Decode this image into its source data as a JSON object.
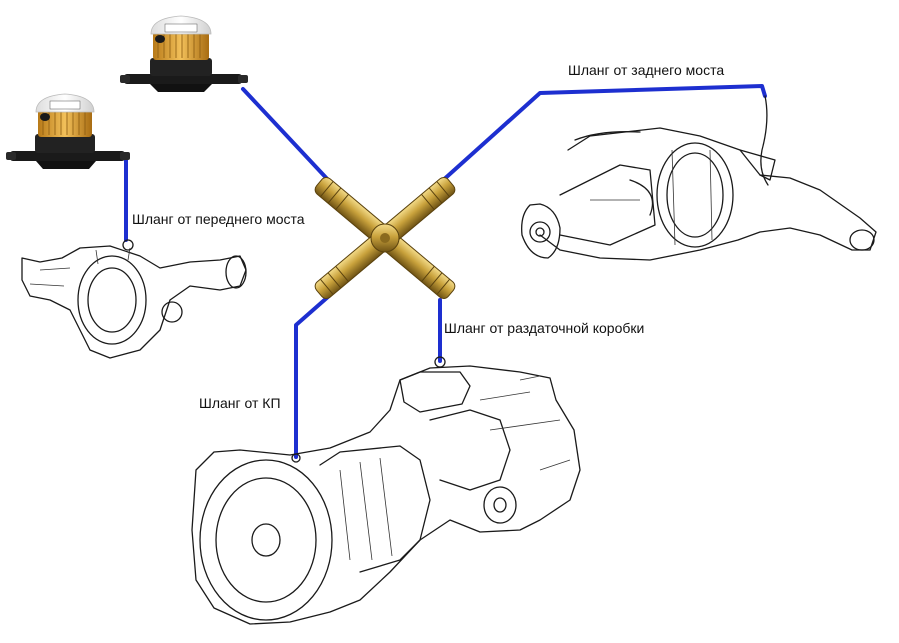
{
  "labels": {
    "rear_axle_hose": "Шланг от заднего моста",
    "front_axle_hose": "Шланг от переднего моста",
    "transfer_case_hose": "Шланг от раздаточной коробки",
    "gearbox_hose": "Шланг от КП"
  },
  "colors": {
    "hose_line": "#1d2fd0",
    "brass": "#c9a23c",
    "filter_body": "#1a1a1a",
    "filter_element": "#e8a532",
    "background": "#ffffff"
  },
  "icons": [
    "breather-filter-icon",
    "brass-cross-connector-icon",
    "rear-axle-icon",
    "front-axle-icon",
    "gearbox-transfer-case-icon"
  ]
}
